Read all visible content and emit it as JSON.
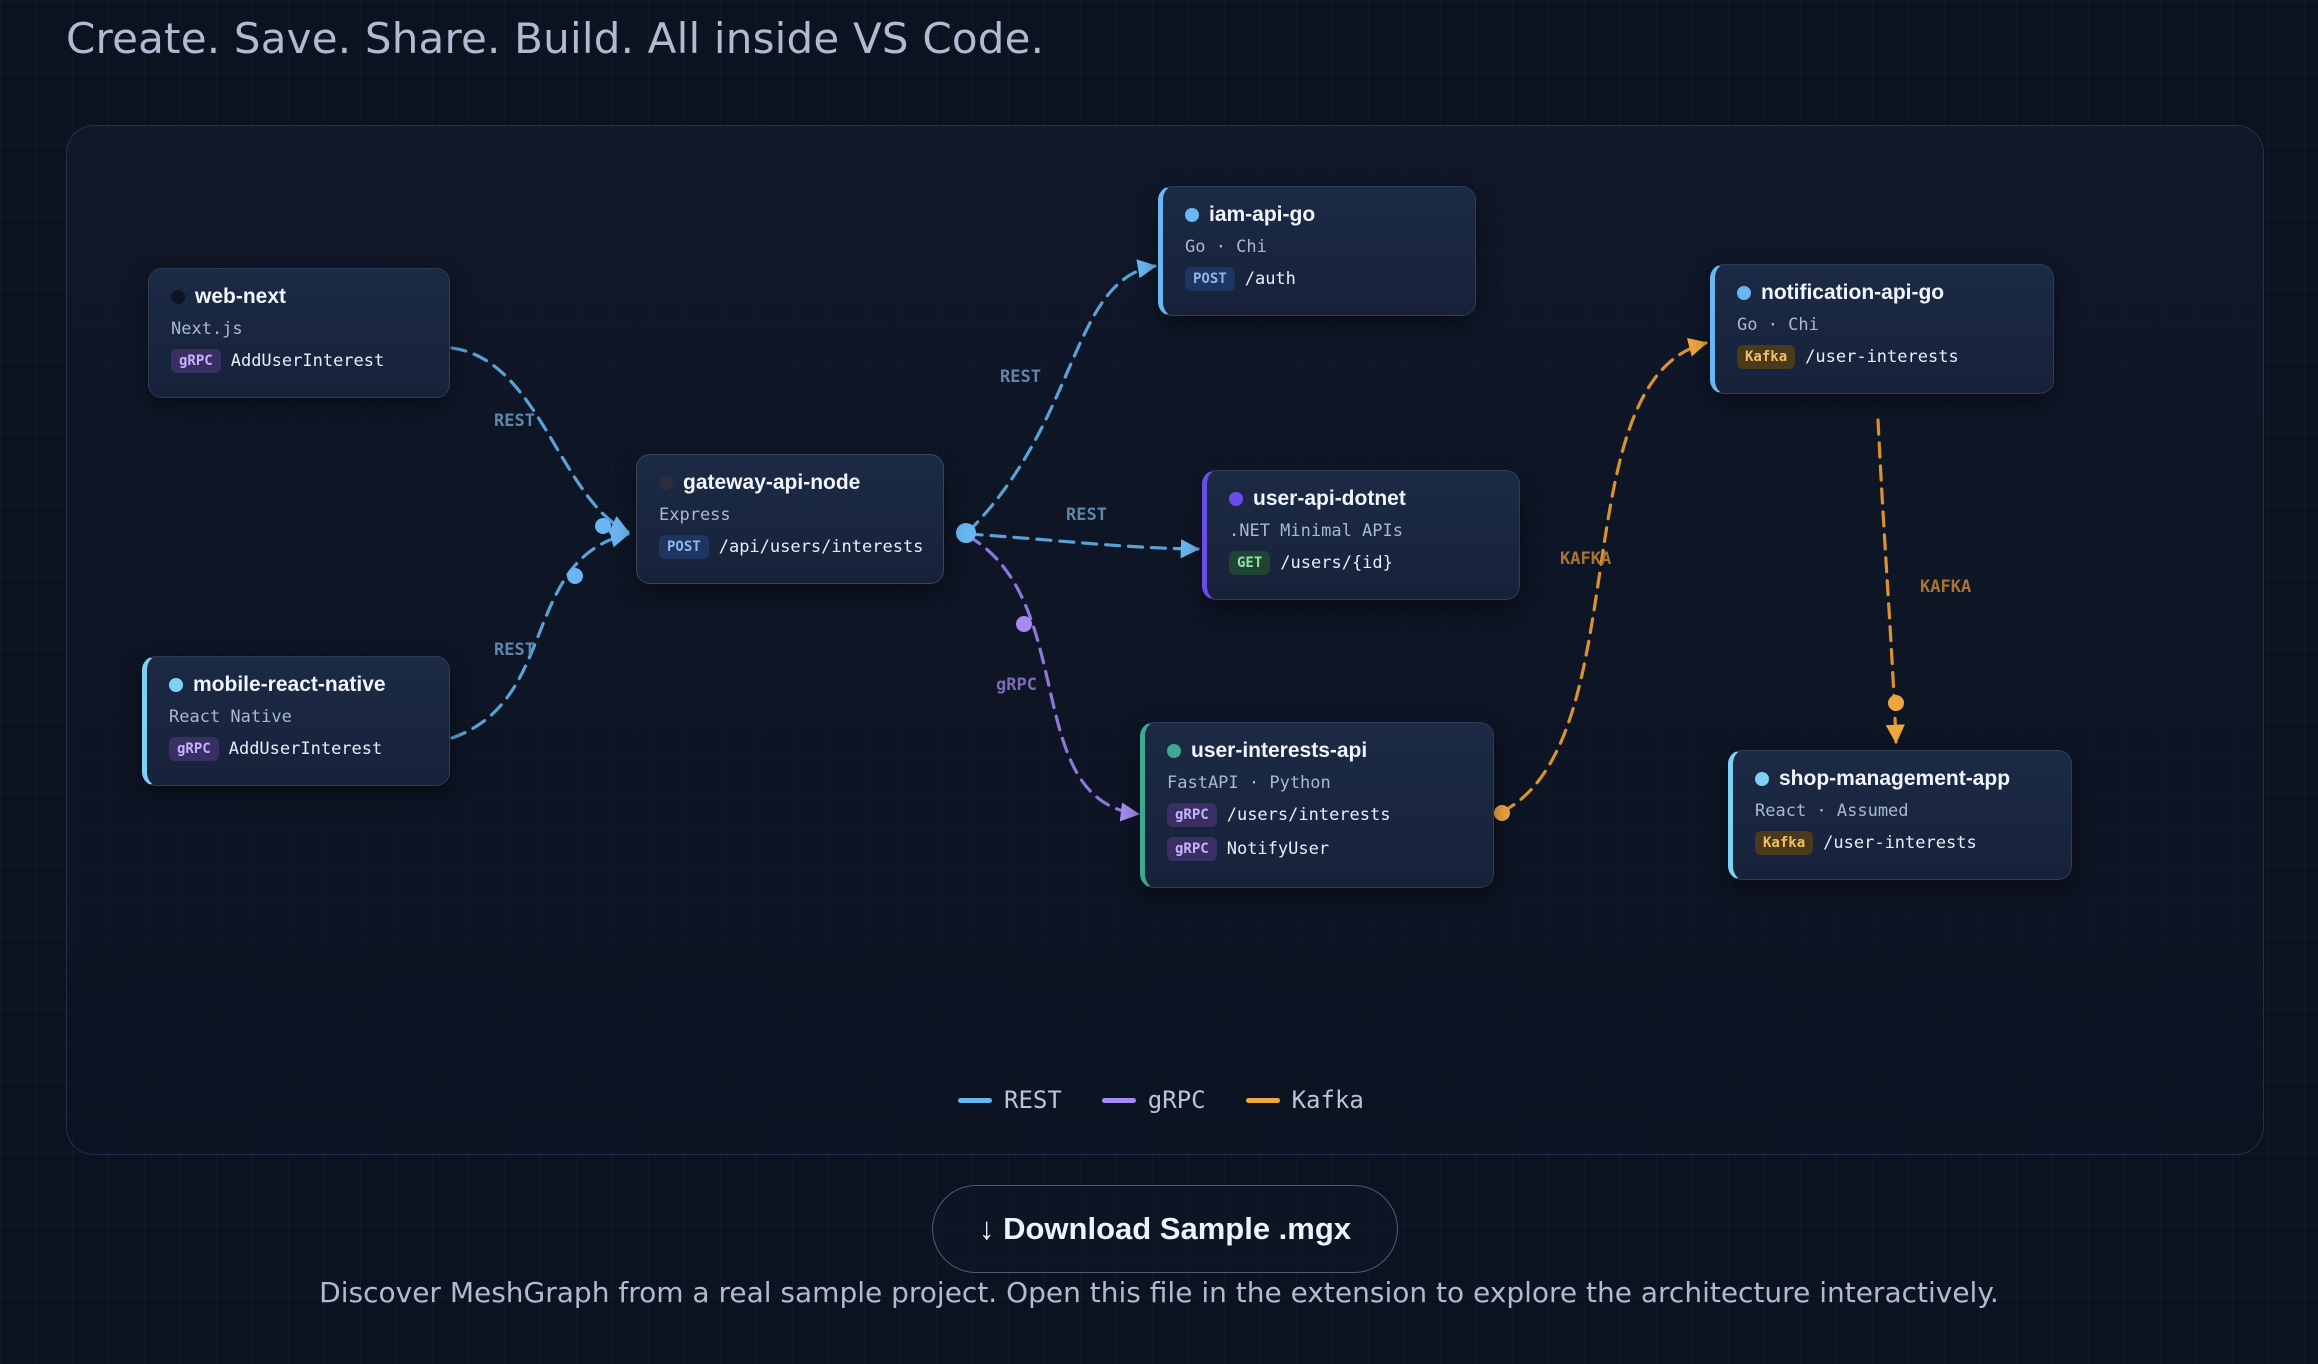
{
  "header": {
    "headline": "Create. Save. Share. Build. All inside VS Code."
  },
  "colors": {
    "rest": "#6ab6f0",
    "grpc": "#a68cf0",
    "kafka": "#f0a640"
  },
  "nodes": {
    "web_next": {
      "name": "web-next",
      "framework": "Next.js",
      "endpoints": [
        {
          "badge": "gRPC",
          "path": "AddUserInterest"
        }
      ]
    },
    "mobile": {
      "name": "mobile-react-native",
      "framework": "React Native",
      "endpoints": [
        {
          "badge": "gRPC",
          "path": "AddUserInterest"
        }
      ]
    },
    "gateway": {
      "name": "gateway-api-node",
      "framework": "Express",
      "endpoints": [
        {
          "badge": "POST",
          "path": "/api/users/interests"
        }
      ]
    },
    "iam": {
      "name": "iam-api-go",
      "framework": "Go · Chi",
      "endpoints": [
        {
          "badge": "POST",
          "path": "/auth"
        }
      ]
    },
    "user_api": {
      "name": "user-api-dotnet",
      "framework": ".NET Minimal APIs",
      "endpoints": [
        {
          "badge": "GET",
          "path": "/users/{id}"
        }
      ]
    },
    "interests": {
      "name": "user-interests-api",
      "framework": "FastAPI · Python",
      "endpoints": [
        {
          "badge": "gRPC",
          "path": "/users/interests"
        },
        {
          "badge": "gRPC",
          "path": "NotifyUser"
        }
      ]
    },
    "notification": {
      "name": "notification-api-go",
      "framework": "Go · Chi",
      "endpoints": [
        {
          "badge": "Kafka",
          "path": "/user-interests"
        }
      ]
    },
    "shop": {
      "name": "shop-management-app",
      "framework": "React · Assumed",
      "endpoints": [
        {
          "badge": "Kafka",
          "path": "/user-interests"
        }
      ]
    }
  },
  "edge_labels": {
    "web_gateway": "REST",
    "mobile_gateway": "REST",
    "gateway_iam": "REST",
    "gateway_user": "REST",
    "gateway_interests": "gRPC",
    "interests_notification": "KAFKA",
    "notification_shop": "KAFKA"
  },
  "legend": [
    {
      "label": "REST",
      "color": "#6ab6f0"
    },
    {
      "label": "gRPC",
      "color": "#a68cf0"
    },
    {
      "label": "Kafka",
      "color": "#f0a640"
    }
  ],
  "download": {
    "label": "↓ Download Sample .mgx"
  },
  "tagline": "Discover MeshGraph from a real sample project. Open this file in the extension to explore the architecture interactively."
}
